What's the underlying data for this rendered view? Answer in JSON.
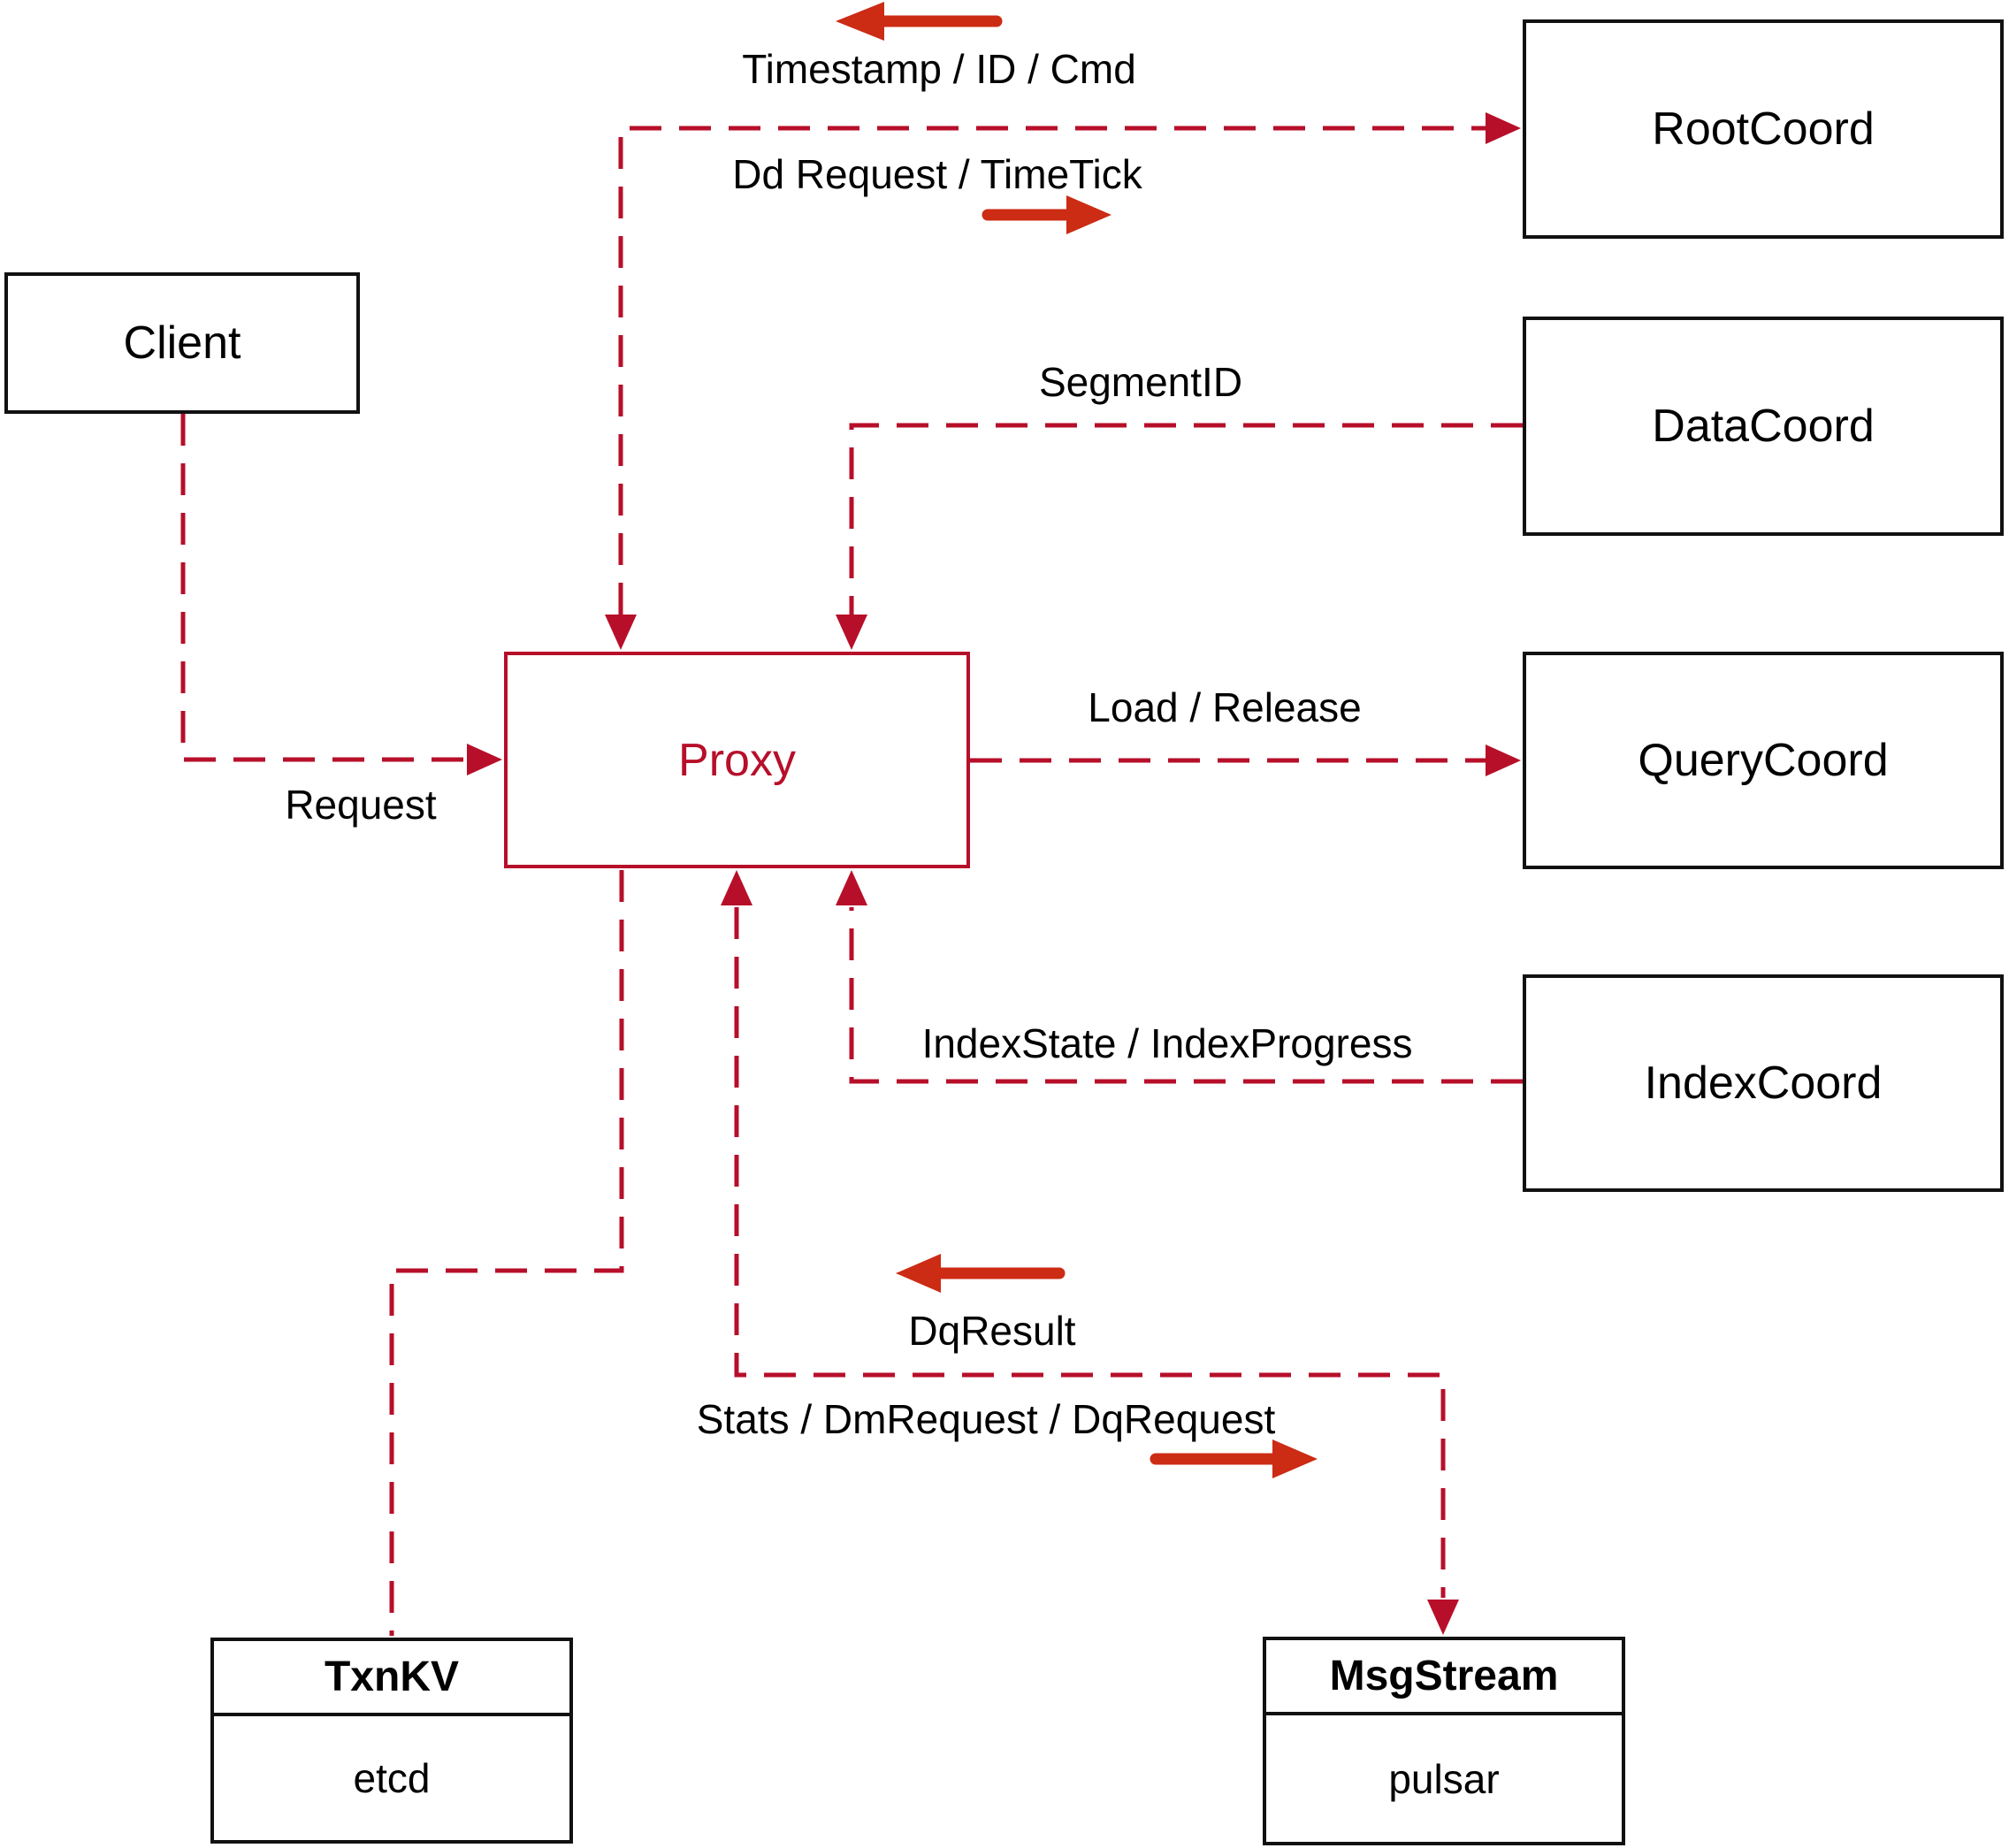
{
  "diagram": {
    "nodes": {
      "client": {
        "label": "Client"
      },
      "root_coord": {
        "label": "RootCoord"
      },
      "data_coord": {
        "label": "DataCoord"
      },
      "query_coord": {
        "label": "QueryCoord"
      },
      "index_coord": {
        "label": "IndexCoord"
      },
      "proxy": {
        "label": "Proxy"
      },
      "txn_kv": {
        "title": "TxnKV",
        "impl": "etcd"
      },
      "msg_stream": {
        "title": "MsgStream",
        "impl": "pulsar"
      }
    },
    "edge_labels": {
      "timestamp_id_cmd": "Timestamp / ID / Cmd",
      "dd_request_timetick": "Dd Request / TimeTick",
      "segment_id": "SegmentID",
      "load_release": "Load / Release",
      "index_state_progress": "IndexState / IndexProgress",
      "request": "Request",
      "dq_result": "DqResult",
      "stats_dm_dq_request": "Stats / DmRequest / DqRequest"
    },
    "colors": {
      "line_crimson": "#b70f2a",
      "arrow_red": "#cc2b14",
      "box_black": "#111111",
      "background": "#ffffff"
    }
  }
}
